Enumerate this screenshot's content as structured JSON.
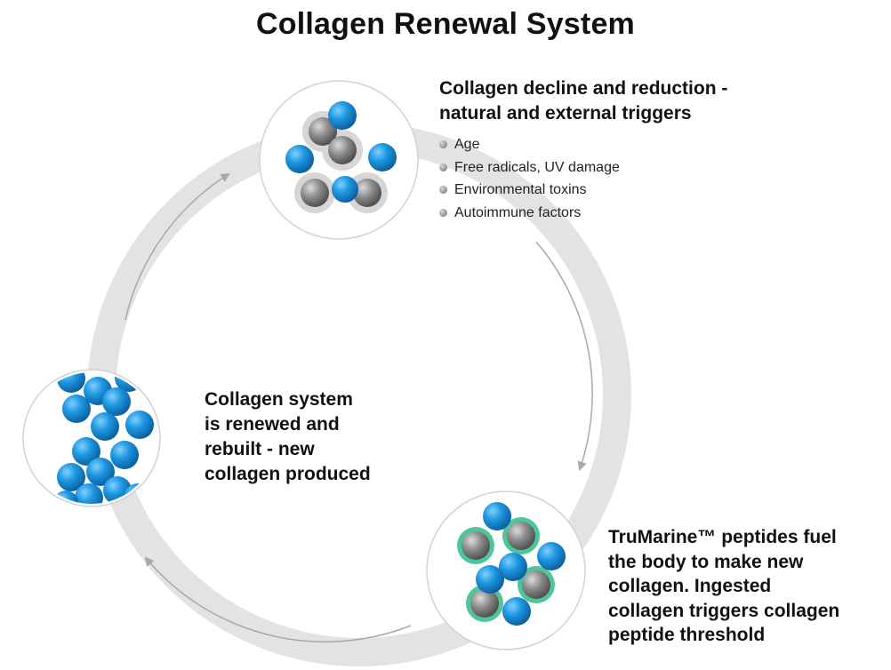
{
  "title": "Collagen Renewal System",
  "stages": {
    "decline": {
      "heading_lines": [
        "Collagen decline and reduction -",
        "natural and external triggers"
      ],
      "triggers": [
        "Age",
        "Free radicals, UV damage",
        "Environmental toxins",
        "Autoimmune factors"
      ]
    },
    "peptides": {
      "heading_lines": [
        "TruMarine™ peptides fuel",
        "the body to make new",
        "collagen. Ingested",
        "collagen triggers collagen",
        "peptide threshold"
      ]
    },
    "renewed": {
      "heading_lines": [
        "Collagen system",
        "is renewed and",
        "rebuilt - new",
        "collagen produced"
      ]
    }
  },
  "colors": {
    "ring": "#e3e3e3",
    "arrow": "#a8a8a8",
    "blue_molecule": "#1e8fd8",
    "gray_molecule": "#7a7a7a",
    "green_halo": "#4dc69a",
    "gray_halo": "#d6d6d6",
    "circle_border": "#d2d2d2"
  }
}
